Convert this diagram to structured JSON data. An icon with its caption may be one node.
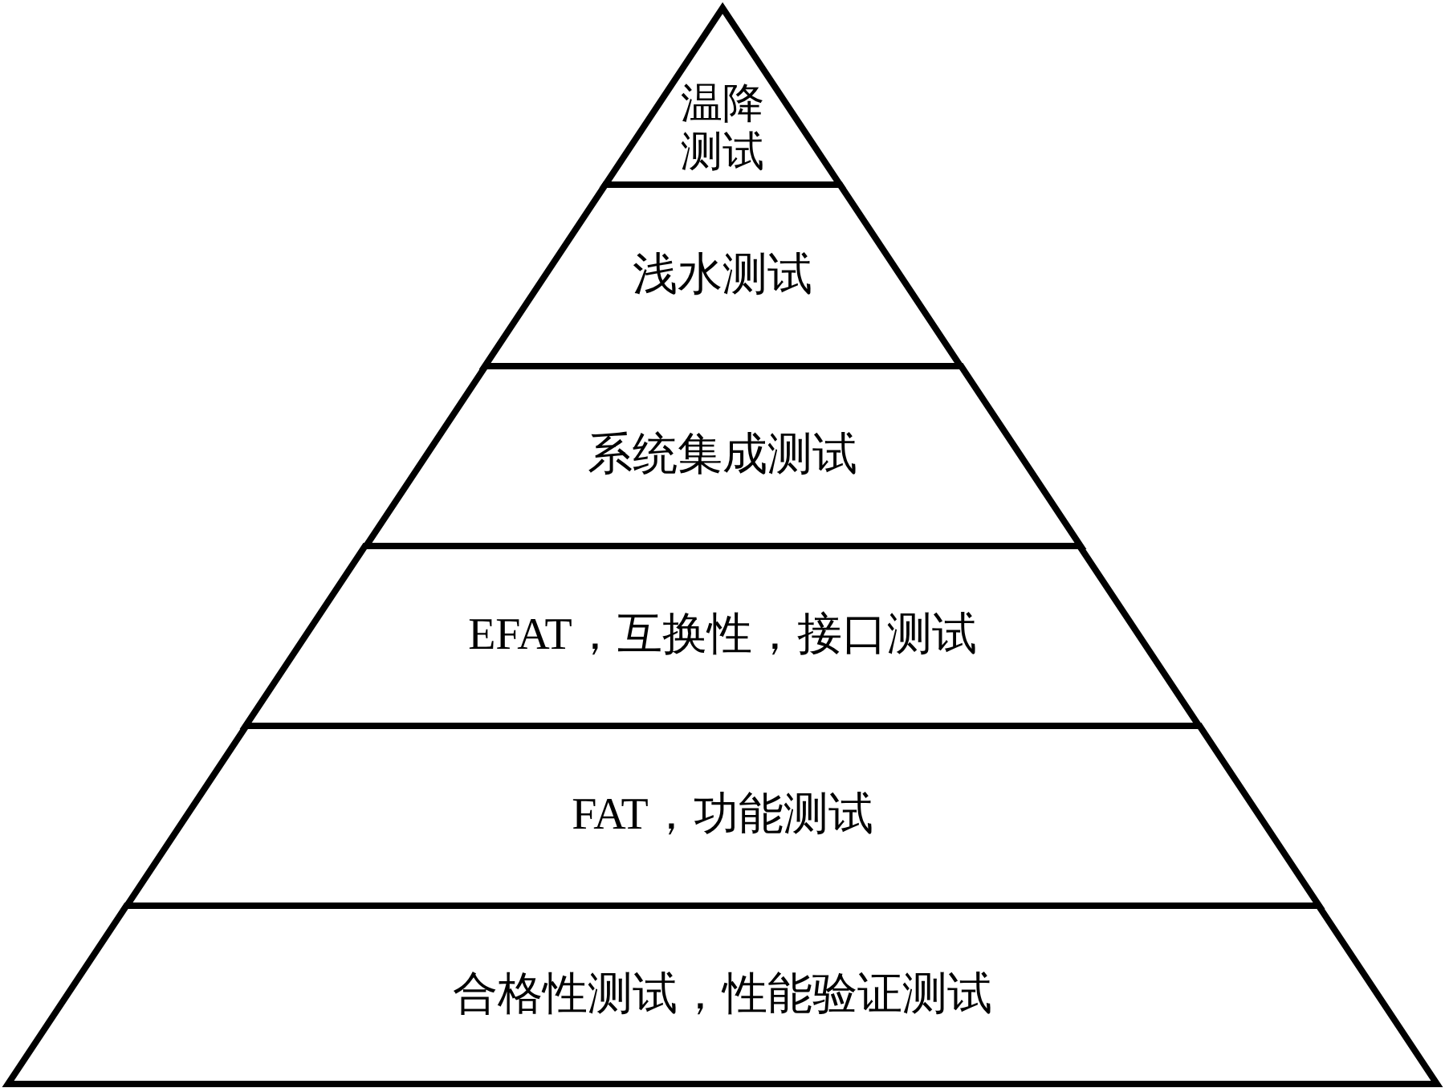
{
  "diagram": {
    "nodes": [
      {
        "text": [
          "温降测试"
        ]
      },
      {
        "text": [
          "浅水测试"
        ]
      },
      {
        "text": [
          "系统集成测试"
        ]
      },
      {
        "text": [
          "EFAT，互换性，接口测试"
        ]
      },
      {
        "text": [
          "FAT，功能测试"
        ]
      },
      {
        "text": [
          "合格性测试，性能验证测试"
        ]
      }
    ],
    "edges": []
  }
}
